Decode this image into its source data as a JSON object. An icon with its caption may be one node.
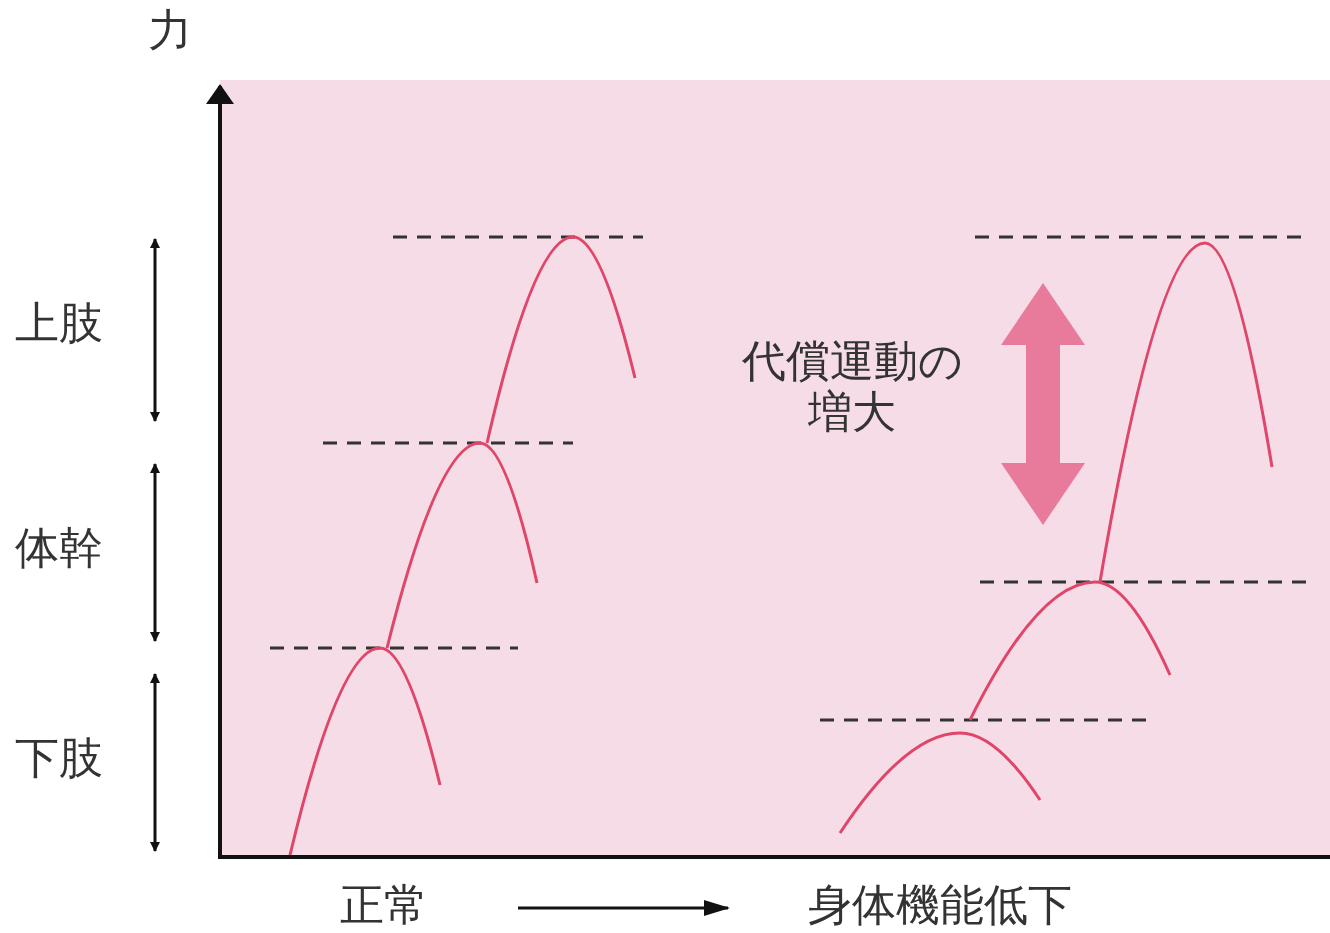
{
  "diagram": {
    "nodes": [
      {
        "text": [
          "正常"
        ]
      },
      {
        "text": [
          "身体機能低下"
        ]
      }
    ],
    "edges": [
      {
        "from": 0,
        "to": 1,
        "arrow": "to"
      }
    ],
    "labels": [
      "力",
      "上肢",
      "体幹",
      "下肢",
      "代償運動の増大"
    ]
  }
}
